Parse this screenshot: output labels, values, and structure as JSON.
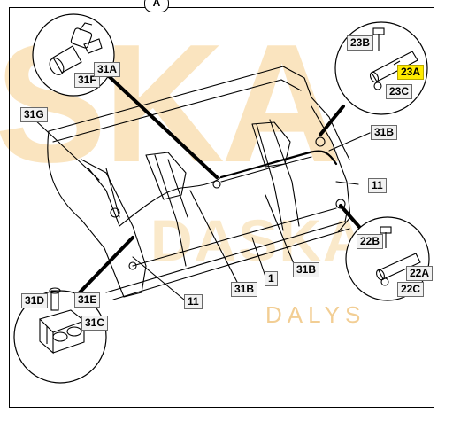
{
  "view_label": "A",
  "watermark": {
    "large": "SKA",
    "brand": "DASKA",
    "sub": "DALYS"
  },
  "callouts": {
    "c23B": "23B",
    "c23A": "23A",
    "c23C": "23C",
    "c31F": "31F",
    "c31A": "31A",
    "c31G": "31G",
    "c31B_top": "31B",
    "c11_right": "11",
    "c22B": "22B",
    "c22A": "22A",
    "c22C": "22C",
    "c1": "1",
    "c31B_mid": "31B",
    "c31B_low": "31B",
    "c11_bottom": "11",
    "c31D": "31D",
    "c31E": "31E",
    "c31C": "31C"
  },
  "colors": {
    "highlight": "#ffeb00",
    "watermark": "#f6cf8c",
    "line": "#000000"
  }
}
